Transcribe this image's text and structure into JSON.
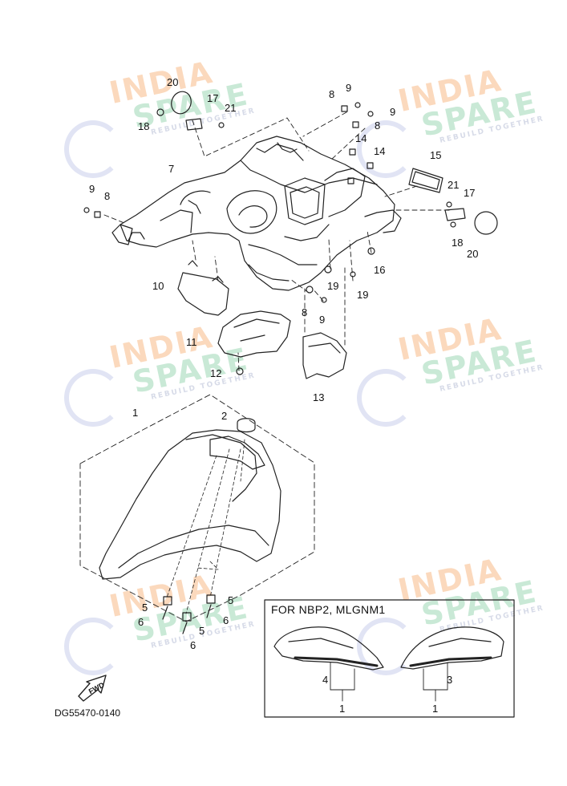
{
  "watermark": {
    "line1": "INDIA",
    "line2": "SPARE",
    "line3": "REBUILD TOGETHER"
  },
  "footer_code": "DG55470-0140",
  "inset_title": "FOR NBP2, MLGNM1",
  "fwd_label": "FWD",
  "callouts": {
    "c20a": "20",
    "c17a": "17",
    "c21a": "21",
    "c18a": "18",
    "c9a": "9",
    "c8a": "8",
    "c9b": "9",
    "c8b": "8",
    "c14a": "14",
    "c14b": "14",
    "c15": "15",
    "c7": "7",
    "c9c": "9",
    "c8c": "8",
    "c21b": "21",
    "c17b": "17",
    "c18b": "18",
    "c20b": "20",
    "c16": "16",
    "c19a": "19",
    "c19b": "19",
    "c8d": "8",
    "c9d": "9",
    "c10": "10",
    "c11": "11",
    "c12": "12",
    "c13": "13",
    "c1": "1",
    "c2": "2",
    "c5a": "5",
    "c6a": "6",
    "c5b": "5",
    "c6b": "6",
    "c5c": "5",
    "c6c": "6",
    "c4": "4",
    "c1b": "1",
    "c3": "3",
    "c1c": "1"
  }
}
